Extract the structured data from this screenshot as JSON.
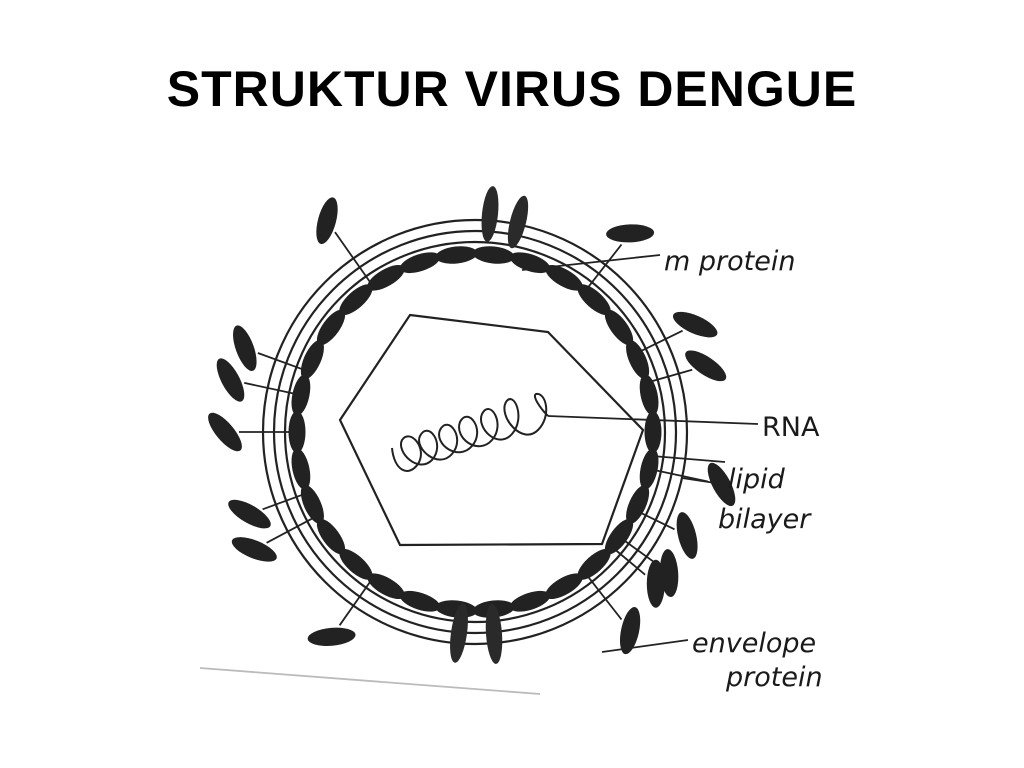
{
  "slide": {
    "title": "STRUKTUR VIRUS DENGUE"
  },
  "diagram": {
    "labels": {
      "m_protein": "m protein",
      "rna": "RNA",
      "lipid_bilayer_line1": "lipid",
      "lipid_bilayer_line2": "bilayer",
      "envelope_protein_line1": "envelope",
      "envelope_protein_line2": "protein"
    },
    "ink_color": "#222222"
  }
}
